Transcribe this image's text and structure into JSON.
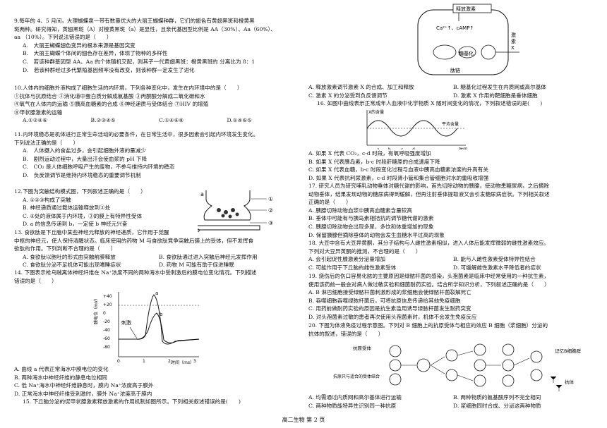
{
  "left": {
    "q9": {
      "stem1": "9.每年的 4、5 月间，大理蝴蝶泉一带有数量优大的大丽王蝴蝶种群，它们的翅色有黄翅黑斑和橙黄黑",
      "stem2": "斑两种。研究得知，黄翅黑斑（A）对橙黄黑斑（a）是显性，且亲代基因型比例是 AA（30%）、Aa（60%）、",
      "stem3": "aa （10%）。下列说法错误的是（　　）",
      "a": "A.　大丽王蝴蝶翅色变异的根本来源是基因突变",
      "b": "B.　大丽王蝴蝶个体间的翅色存在差异，体现了物种的多样性",
      "c": "C.　若该种群基因型 AA、Aa 的个体随机交配，则其子一代黄翅黑斑：橙黄黑斑的  分离比为 8：1",
      "d": "D.　若该种群经过多代繁殖基因频率没有改变，则该种群一定发生了进化"
    },
    "q10": {
      "stem": "10.人体内的细胞外液构成了细胞生活的内环境，下列各种变化中，发生在内环境中的是（　　）",
      "l1": "①抗体与抗原结合 ②消化道中蛋白质分解成氨基酸 ③丙酮酸分解成二氧化碳和水",
      "l2": "④氧气在人体内的运输 ⑤胰高血糖素的合成 ⑥神经递质与受体结合 ⑦HIV 的增殖",
      "l3": "⑧甲状腺激素的运输",
      "a": "A.①②④⑥",
      "b": "B.②③④⑤",
      "c": "C.①④⑥⑧",
      "d": "D.①④⑥⑤"
    },
    "q11": {
      "stem1": "11.内环境稳态是机体进行正常生命活动的必要条件，在日常生活中，很多因素会引起内环境发生变化。",
      "stem2": "下列说法正确的是（　　）",
      "a": "A.　人体摄入的食盐过多，会引起细胞外液的量减少",
      "b": "B.　剧烈运动过程中，大量出汗会使血浆的 pH 下降",
      "c": "C.　CO₂ 是人体细胞呼吸产生的废物，不参与维持内环境的稳态",
      "d": "D.　负反馈调节是维持内环境稳态的重要调节机制"
    },
    "q12": {
      "stem": "12.下图为突触结构模式图，下列叙述正确的是（　　）",
      "a": "A. ①②③构成了突触",
      "b": "B. 神经递质通过载体运输释放到②处",
      "c": "C. ②处的液体属于内环境，③的膜上有特异性受体",
      "d": "D. a 的信息传递到 b，一定使 b 神经元兴奋"
    },
    "q13": {
      "stem1": "13. 食欲肽是下丘脑中某些神经元释放的神经递质，它作用于觉醒",
      "stem2": "中枢的神经元，使人保持清醒状态。临床使用的药物 M 与食欲肽竞争突触后膜上的受体，但不发挥食",
      "stem3": "欲肽的作用。下列判断不合理的是（　　）",
      "a": "A. 食欲肽以胞吐的形式由突触前膜释放",
      "b": "B. 食欲肽通过进入突触后神经元发挥作用",
      "c": "C. 食欲肽分泌不足机体可能出现嗜睡症状",
      "d": "D. 药物 M 可能有助于促进睡眠"
    },
    "q14": {
      "stem1": "14. 下图表示枪乌贼离体神经纤维在 Na⁺浓度不同的两种海水中受刺激后的膜电位变化情况。下列描述",
      "stem2": "错误的是（　　）",
      "a": "A. 曲线 a 代表正常海水中膜电位的变化",
      "b": "B. 两种海水中神经纤维的静息电位相同",
      "c": "C. 低 Na⁺海水中神经纤维静息时，膜内 Na⁺浓度高于膜外",
      "d": "D. 正常海水中神经纤维受刺激时，膜外 Na⁺浓度高于膜内"
    },
    "q15": {
      "stem": "15. 下丘脑分泌的促甲状腺激素释放激素的作用机制如图所示。下列相关叙述错误的是(　　)"
    }
  },
  "fig14": {
    "y_label": "膜电位（mV）",
    "x_label": "时间（ms）",
    "stim": "刺激",
    "curve_a": "a",
    "curve_b": "b",
    "y_ticks": [
      "+40",
      "+20",
      "0",
      "-20",
      "-40",
      "-60",
      "-80"
    ],
    "x_ticks": [
      "0",
      "1",
      "2",
      "3"
    ]
  },
  "fig12": {
    "n1": "①",
    "n2": "②",
    "n3": "③",
    "a": "a",
    "b": "b"
  },
  "fig15": {
    "top": "释放激素",
    "ca": "Ca²⁺↑、cAMP↑",
    "side": "激素X",
    "mid": "糖基化",
    "bottom": "肽链"
  },
  "right": {
    "q15opts": {
      "a": "A. 释放激素调节激素 X 的合成、加工和释放",
      "b": "B. 糖基化过程发生在内质网或高尔基体",
      "c": "C. 激素 X 的分泌受到负反馈调节",
      "d": "D. 激素 X 作用的靶细胞是垂体细胞"
    },
    "q16": {
      "stem": "16. 如图中曲线表示正常成年人血液中化学物质 X 随时间变化的情况，下列叙述错误的是(　　)",
      "a": "A. 如果 X 代表 CO₂，c-d 时段，有氧呼吸强度增加",
      "b": "B. 如果 X 代表胰岛素，b-c 时段肝糖原的合成速度下降",
      "c": "C. 如果 X 代表血糖，b-c 时段变化过程与血液中胰高血糖素浓度的升高有关",
      "d": "D. 如果 X 代表抗利尿激素，c-d 时段肾小管和集合管细胞对水的重吸收增强"
    },
    "q17": {
      "stem1": "17. 研究人员为研究哺乳动物垂体对糖代谢的影响，首先切除动物的胰腺，使动物患糖尿病，之后摘除",
      "stem2": "动物垂体，结果发现动物的糖尿病得到缓解，但再注射垂体提取液又会引发糖尿病症状。下列相关叙述",
      "stem3": "正确的是（　　）",
      "a": "A. 胰腺切除动物血浆中胰高血糖素含量较高",
      "b": "B. 垂体中可能有与胰岛素相拮抗的调节糖代谢的激素",
      "c": "C. 胰腺切除动物会出现多尿、多饮和体重增加的现象",
      "d": "D. 保留胰腺但摘除垂体的动物会发生血糖水平过高的现象"
    },
    "q18": {
      "stem1": "18. 大豆中含有大豆异黄酮，其分子结构与人雌性激素相似，进入人体后能发挥微弱的雌性激素效应。",
      "stem2": "下列对大豆异黄酮的推测，不合理的是（　　）",
      "a": "A. 会引起促性腺激素分泌量增加",
      "b": "B. 能与人雌性激素受体特异性结合",
      "c": "C. 可能作用于下丘脑的雌性激素受体",
      "d": "D. 可缓解雌性激素水平降低者的症状"
    },
    "q19": {
      "stem1": "19. 烧伤后的伤口容易化脓的主要原因是绿脓杆菌的感染，头孢菌素是临床中经常使用的一种抗生素，",
      "stem2": "使用该药前一般会对病人做过敏实验和细菌耐药实验。结合所学知识分析，下列叙述正确的是（　　）",
      "a": "A. B 淋巴细胞接受绿脓杆菌刺激形成的浆细胞会使绿脓杆菌裂解死亡",
      "b": "B. 吞噬细胞吞噬绿脓杆菌后，可将抗原信息传递给其他免疫细胞",
      "c": "C. 用药前做耐药实验的原因是抗生素滥用诱导绿脓杆菌发生耐药突变",
      "d": "D. 对头孢菌素过敏的患者再次使用头孢菌素时，机体不会发生免疫反应"
    },
    "q20": {
      "stem1": "20. 下图为体液免疫过程示意图。下列对 B 细胞上的抗原受体与相应的效应 B 细胞（浆细胞）分泌的",
      "stem2": "抗体的叙述，错误的是（　　）",
      "a": "A. 均需通过内质网和高尔基体进行运输",
      "b": "B. 两种物质的氨基酸序列不完全相同",
      "c": "C. 两种物质能特异性识别同一种抗原",
      "d": "D. 浆细胞同时合成、分泌这两种物质"
    }
  },
  "fig16": {
    "ylabel": "X的含量",
    "avg": "平均含量",
    "xlabel": "时间",
    "a": "a",
    "b": "b",
    "c": "c",
    "d": "d"
  },
  "fig20": {
    "antigen_receptor": "抗原受体",
    "combo": "抗原只与适合的受体结合",
    "memory": "记忆B细胞群",
    "antibody": "抗体"
  },
  "footer": "高二生物  第 2 页"
}
